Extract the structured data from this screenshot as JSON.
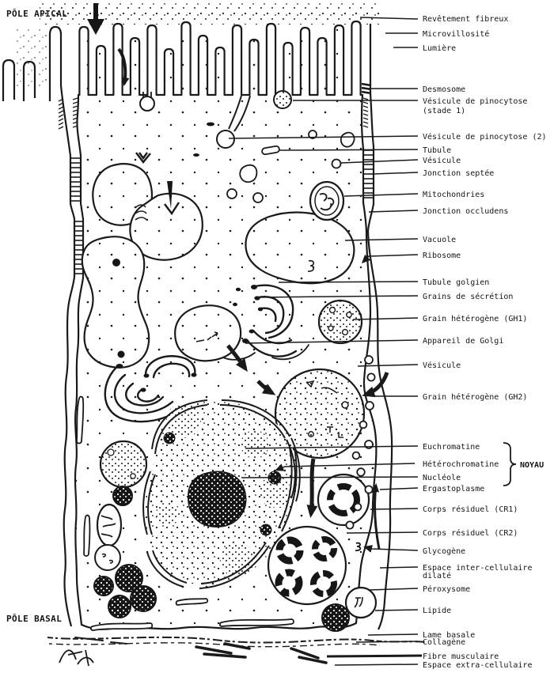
{
  "figure": {
    "type": "cell-ultrastructure-diagram",
    "language": "fr",
    "colors": {
      "ink": "#1a1a1a",
      "paper": "#ffffff"
    }
  },
  "poles": {
    "apical": "PÔLE APICAL",
    "basal": "PÔLE BASAL"
  },
  "nucleus_group": {
    "label": "NOYAU"
  },
  "labels": [
    {
      "text": "Revêtement fibreux"
    },
    {
      "text": "Microvillosité"
    },
    {
      "text": "Lumière"
    },
    {
      "text": "Desmosome"
    },
    {
      "text": "Vésicule de pinocytose"
    },
    {
      "text": "(stade 1)"
    },
    {
      "text": "Vésicule de pinocytose (2)"
    },
    {
      "text": "Tubule"
    },
    {
      "text": "Vésicule"
    },
    {
      "text": "Jonction septée"
    },
    {
      "text": "Mitochondries"
    },
    {
      "text": "Jonction occludens"
    },
    {
      "text": "Vacuole"
    },
    {
      "text": "Ribosome"
    },
    {
      "text": "Tubule golgien"
    },
    {
      "text": "Grains de sécrétion"
    },
    {
      "text": "Grain hétérogène (GH1)"
    },
    {
      "text": "Appareil de Golgi"
    },
    {
      "text": "Vésicule"
    },
    {
      "text": "Grain hétérogène (GH2)"
    },
    {
      "text": "Euchromatine"
    },
    {
      "text": "Hétérochromatine"
    },
    {
      "text": "Nucléole"
    },
    {
      "text": "Ergastoplasme"
    },
    {
      "text": "Corps résiduel (CR1)"
    },
    {
      "text": "Corps résiduel (CR2)"
    },
    {
      "text": "Glycogène"
    },
    {
      "text": "Espace inter-cellulaire"
    },
    {
      "text": "dilaté"
    },
    {
      "text": "Péroxysome"
    },
    {
      "text": "Lipide"
    },
    {
      "text": "Lame basale"
    },
    {
      "text": "Collagène"
    },
    {
      "text": "Fibre musculaire"
    },
    {
      "text": "Espace extra-cellulaire"
    }
  ]
}
